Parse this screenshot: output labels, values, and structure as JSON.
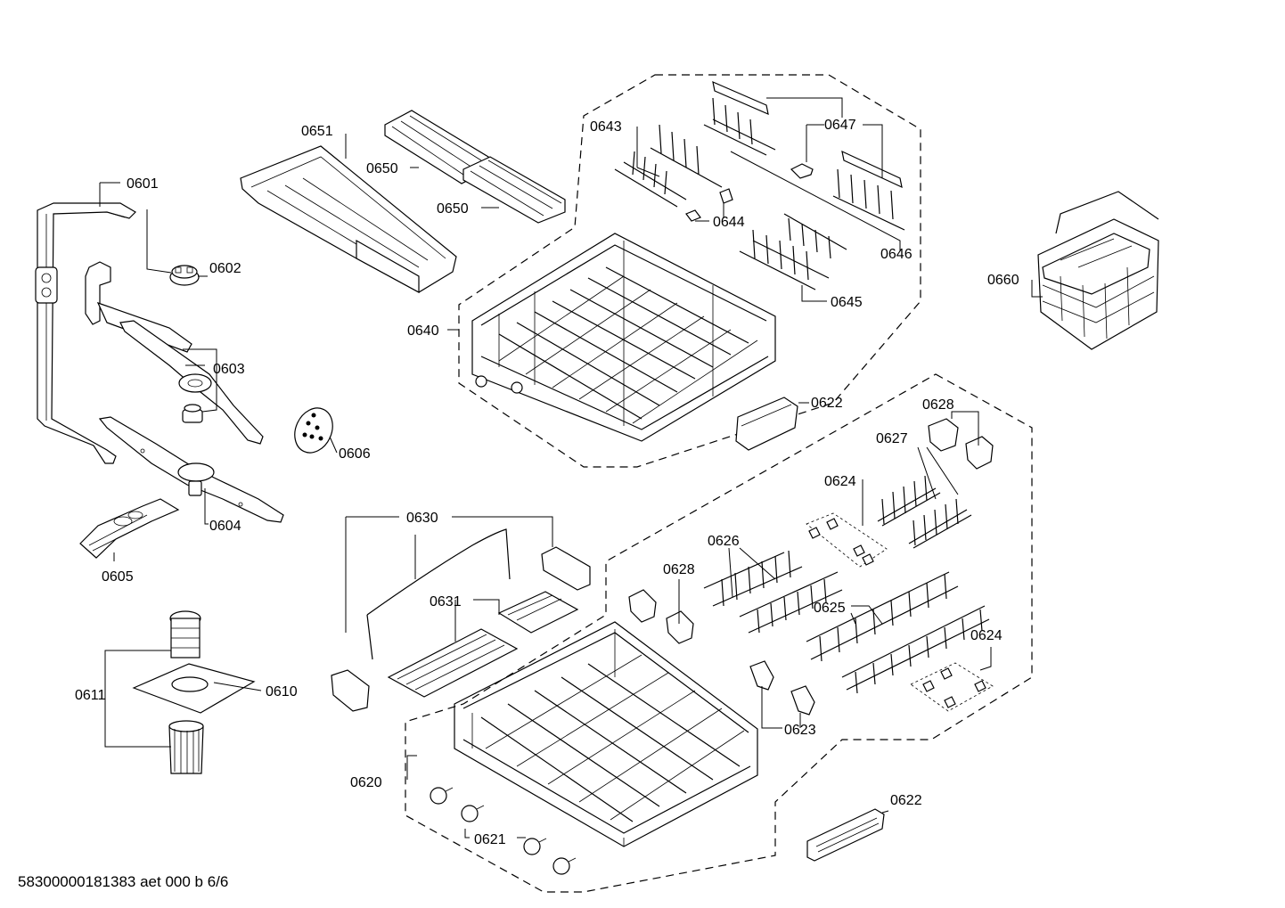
{
  "footer_code": "58300000181383 aet 000 b 6/6",
  "labels": {
    "p0601": "0601",
    "p0602": "0602",
    "p0603": "0603",
    "p0604": "0604",
    "p0605": "0605",
    "p0606": "0606",
    "p0610": "0610",
    "p0611": "0611",
    "p0620": "0620",
    "p0621": "0621",
    "p0622a": "0622",
    "p0622b": "0622",
    "p0623": "0623",
    "p0624a": "0624",
    "p0624b": "0624",
    "p0625": "0625",
    "p0626": "0626",
    "p0627": "0627",
    "p0628a": "0628",
    "p0628b": "0628",
    "p0630": "0630",
    "p0631": "0631",
    "p0640": "0640",
    "p0643": "0643",
    "p0644": "0644",
    "p0645": "0645",
    "p0646": "0646",
    "p0647": "0647",
    "p0650a": "0650",
    "p0650b": "0650",
    "p0651": "0651",
    "p0660": "0660"
  },
  "icons": {
    "spray_arm": "spray-arm-icon",
    "basket": "dish-rack-basket-icon",
    "cutlery": "cutlery-basket-icon",
    "filter": "filter-assembly-icon"
  }
}
